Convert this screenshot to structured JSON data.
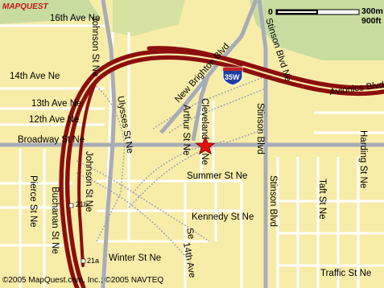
{
  "logo": "MAPQUEST",
  "scale": {
    "zero": "0",
    "m": "300m",
    "ft": "900ft"
  },
  "highway_shield": "35W",
  "streets": {
    "ave16": "16th Ave Ne",
    "ave14": "14th Ave Ne",
    "ave13": "13th Ave Ne",
    "ave12": "12th Ave Ne",
    "broadway": "Broadway St Ne",
    "johnson_n": "Johnson St Ne",
    "johnson_s": "Johnson St Ne",
    "ulysses": "Ulysses St Ne",
    "new_brighton": "New Brighton Blvd",
    "stinson_n": "Stinson Blvd Ne",
    "stinson_c": "Stinson Blvd",
    "stinson_s": "Stinson Blvd",
    "avionics": "Avionics Blvd",
    "arthur": "Arthur St Ne",
    "cleveland": "Cleveland St Ne",
    "harding": "Harding St Ne",
    "summer": "Summer St Ne",
    "taft": "Taft St Ne",
    "buchanan": "Buchanan St Ne",
    "pierce": "Pierce St Ne",
    "kennedy": "Kennedy St Ne",
    "winter": "Winter St Ne",
    "ave14_s": "14th Ave",
    "se": "Se",
    "traffic": "Traffic St Ne"
  },
  "exits": {
    "exit21b": "21b",
    "exit21a": "21a"
  },
  "copyright": "©2005 MapQuest.com, Inc.; ©2005 NAVTEQ",
  "colors": {
    "land": "#f7eda9",
    "park": "#c8dca0",
    "interstate": "#8c0e0e",
    "street": "#ffffff",
    "rail": "#9aa0b0",
    "marker": "#e01010"
  }
}
